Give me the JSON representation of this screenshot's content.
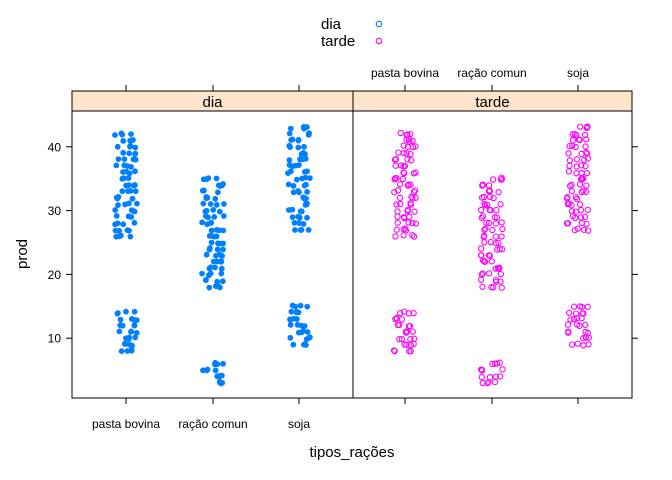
{
  "chart_data": {
    "type": "scatter",
    "layout": "lattice stripplot with jitter, two panels side by side",
    "xlabel": "tipos_rações",
    "ylabel": "prod",
    "categories": [
      "pasta bovina",
      "ração comun",
      "soja"
    ],
    "ylim": [
      0,
      46
    ],
    "yticks": [
      10,
      20,
      30,
      40
    ],
    "legend": {
      "placement": "top-center",
      "items": [
        {
          "name": "dia",
          "color": "#0080ff"
        },
        {
          "name": "tarde",
          "color": "#ff00ff"
        }
      ]
    },
    "panels": [
      {
        "strip": "dia",
        "color": "#0080ff",
        "marker": "filled-circle",
        "groups": [
          {
            "category": "pasta bovina",
            "values": [
              42,
              41,
              40,
              39,
              38,
              37,
              36,
              35,
              34,
              33,
              32,
              31,
              30,
              29,
              28,
              27,
              26,
              14,
              13,
              12,
              11,
              10,
              9,
              8
            ]
          },
          {
            "category": "ração comun",
            "values": [
              35,
              34,
              33,
              32,
              31,
              30,
              29,
              28,
              27,
              26,
              25,
              24,
              23,
              22,
              21,
              20,
              19,
              18,
              6,
              5,
              4,
              3
            ]
          },
          {
            "category": "soja",
            "values": [
              43,
              42,
              41,
              40,
              39,
              38,
              37,
              36,
              35,
              34,
              33,
              32,
              31,
              30,
              29,
              28,
              27,
              15,
              14,
              13,
              12,
              11,
              10,
              9
            ]
          }
        ]
      },
      {
        "strip": "tarde",
        "color": "#ff00ff",
        "marker": "open-circle",
        "groups": [
          {
            "category": "pasta bovina",
            "values": [
              42,
              41,
              40,
              39,
              38,
              37,
              36,
              35,
              34,
              33,
              32,
              31,
              30,
              29,
              28,
              27,
              26,
              14,
              13,
              12,
              11,
              10,
              9,
              8
            ]
          },
          {
            "category": "ração comun",
            "values": [
              35,
              34,
              33,
              32,
              31,
              30,
              29,
              28,
              27,
              26,
              25,
              24,
              23,
              22,
              21,
              20,
              19,
              18,
              6,
              5,
              4,
              3
            ]
          },
          {
            "category": "soja",
            "values": [
              43,
              42,
              41,
              40,
              39,
              38,
              37,
              36,
              35,
              34,
              33,
              32,
              31,
              30,
              29,
              28,
              27,
              15,
              14,
              13,
              12,
              11,
              10,
              9
            ]
          }
        ]
      }
    ],
    "strip_color": "#ffe5cc",
    "grid": false
  }
}
